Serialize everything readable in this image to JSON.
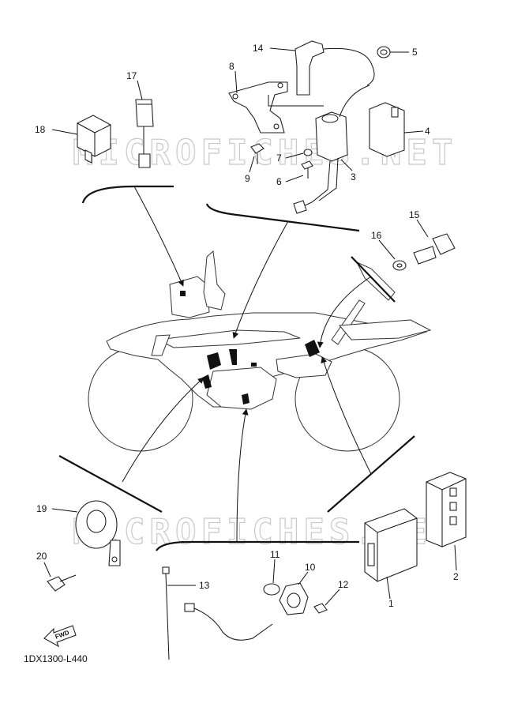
{
  "watermark": "MICROFICHES.NET",
  "diagram_code": "1DX1300-L440",
  "fwd_label": "FWD",
  "callouts": [
    "1",
    "2",
    "3",
    "4",
    "5",
    "6",
    "7",
    "8",
    "9",
    "10",
    "11",
    "12",
    "13",
    "14",
    "15",
    "16",
    "17",
    "18",
    "19",
    "20"
  ]
}
